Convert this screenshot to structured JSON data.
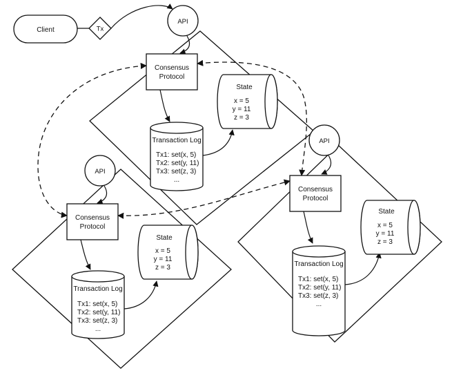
{
  "client": {
    "label": "Client"
  },
  "tx_token": {
    "label": "Tx"
  },
  "nodes": [
    {
      "api_label": "API",
      "consensus_label_line1": "Consensus",
      "consensus_label_line2": "Protocol",
      "state_title": "State",
      "state_values": [
        "x = 5",
        "y = 11",
        "z = 3"
      ],
      "log_title": "Transaction Log",
      "log_entries": [
        "Tx1: set(x, 5)",
        "Tx2: set(y, 11)",
        "Tx3: set(z, 3)",
        "..."
      ]
    },
    {
      "api_label": "API",
      "consensus_label_line1": "Consensus",
      "consensus_label_line2": "Protocol",
      "state_title": "State",
      "state_values": [
        "x = 5",
        "y = 11",
        "z = 3"
      ],
      "log_title": "Transaction Log",
      "log_entries": [
        "Tx1: set(x, 5)",
        "Tx2: set(y, 11)",
        "Tx3: set(z, 3)",
        "..."
      ]
    },
    {
      "api_label": "API",
      "consensus_label_line1": "Consensus",
      "consensus_label_line2": "Protocol",
      "state_title": "State",
      "state_values": [
        "x = 5",
        "y = 11",
        "z = 3"
      ],
      "log_title": "Transaction Log",
      "log_entries": [
        "Tx1: set(x, 5)",
        "Tx2: set(y, 11)",
        "Tx3: set(z, 3)",
        "..."
      ]
    }
  ]
}
